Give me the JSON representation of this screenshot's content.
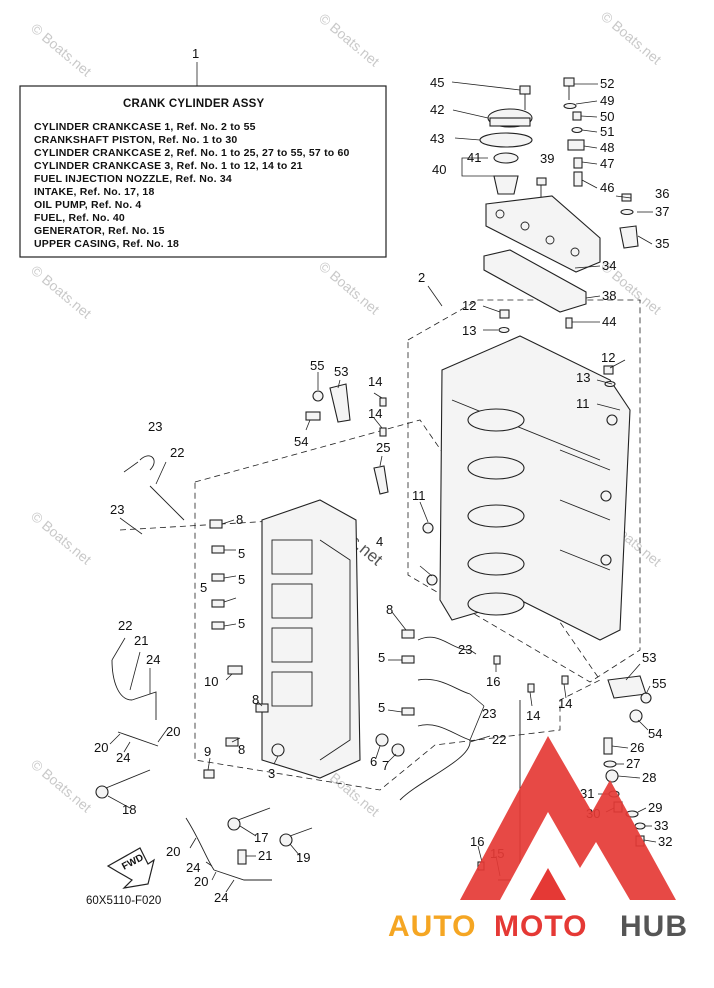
{
  "info_box": {
    "ref": "1",
    "title": "CRANK CYLINDER ASSY",
    "lines": [
      "CYLINDER CRANKCASE 1, Ref. No. 2 to 55",
      "CRANKSHAFT PISTON, Ref. No. 1 to 30",
      "CYLINDER CRANKCASE 2, Ref. No. 1 to 25, 27 to 55, 57 to 60",
      "CYLINDER CRANKCASE 3, Ref. No. 1 to 12, 14 to 21",
      "FUEL INJECTION NOZZLE, Ref. No. 34",
      "INTAKE, Ref. No. 17, 18",
      "OIL PUMP, Ref. No. 4",
      "FUEL, Ref. No. 40",
      "GENERATOR, Ref. No. 15",
      "UPPER CASING, Ref. No. 18"
    ]
  },
  "callouts": {
    "c45": "45",
    "c52": "52",
    "c49": "49",
    "c50": "50",
    "c51": "51",
    "c42": "42",
    "c48": "48",
    "c43": "43",
    "c47": "47",
    "c39": "39",
    "c41": "41",
    "c40": "40",
    "c46": "46",
    "c36": "36",
    "c37": "37",
    "c35": "35",
    "c34": "34",
    "c2": "2",
    "c38": "38",
    "c12a": "12",
    "c44": "44",
    "c13a": "13",
    "c55a": "55",
    "c53a": "53",
    "c12b": "12",
    "c14a": "14",
    "c13b": "13",
    "c11a": "11",
    "c14b": "14",
    "c54a": "54",
    "c23a": "23",
    "c25": "25",
    "c22a": "22",
    "c11b": "11",
    "c8a": "8",
    "c23b": "23",
    "c5a": "5",
    "c4": "4",
    "c5b": "5",
    "c5c": "5",
    "c5d": "5",
    "c8b": "8",
    "c22b": "22",
    "c21a": "21",
    "c24a": "24",
    "c23c": "23",
    "c5e": "5",
    "c16a": "16",
    "c10": "10",
    "c53b": "53",
    "c55b": "55",
    "c14c": "14",
    "c14d": "14",
    "c8c": "8",
    "c5f": "5",
    "c23d": "23",
    "c20a": "20",
    "c54b": "54",
    "c20b": "20",
    "c24b": "24",
    "c8d": "8",
    "c22c": "22",
    "c26": "26",
    "c9": "9",
    "c6": "6",
    "c7": "7",
    "c3": "3",
    "c27": "27",
    "c28": "28",
    "c18": "18",
    "c31": "31",
    "c29": "29",
    "c30": "30",
    "c33": "33",
    "c17": "17",
    "c32": "32",
    "c16b": "16",
    "c20c": "20",
    "c21b": "21",
    "c15": "15",
    "c19": "19",
    "c24c": "24",
    "c20d": "20",
    "c24d": "24"
  },
  "fwd_label": "FWD",
  "drawing_number": "60X5110-F020",
  "watermarks": {
    "boats": "© Boats.net",
    "center": "©Boats.net"
  },
  "logo": {
    "text_auto": "AUTO",
    "text_moto": "MOTO",
    "text_hub": "HUB",
    "color_red": "#e53935",
    "color_gray": "#555555",
    "color_orange": "#f5a623"
  }
}
